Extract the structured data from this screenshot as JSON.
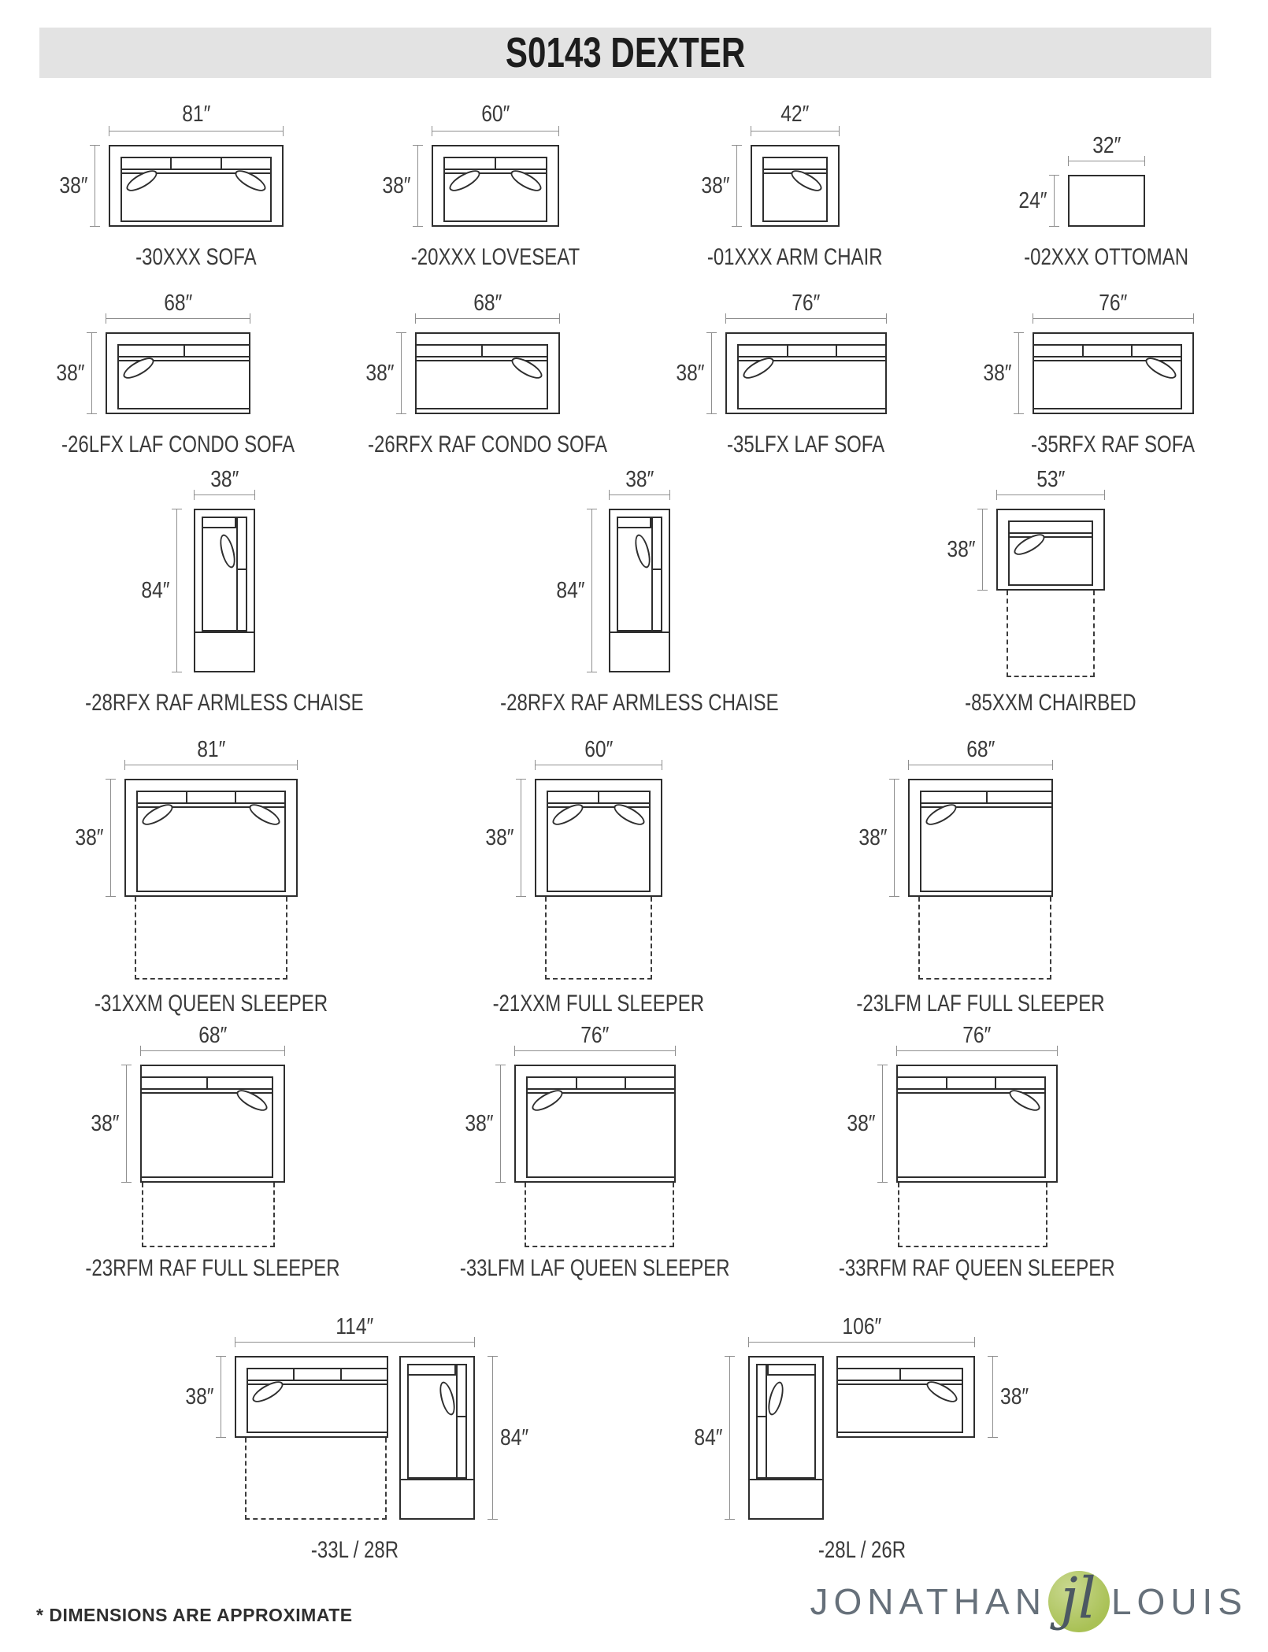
{
  "header": {
    "title": "S0143 DEXTER"
  },
  "footnote": "* DIMENSIONS ARE APPROXIMATE",
  "logo": {
    "word_left": "JONATHAN",
    "monogram": "jl",
    "word_right": "LOUIS",
    "circle_color": "#afc55c",
    "text_color": "#66707a"
  },
  "colors": {
    "line": "#2e2e2e",
    "dimension": "#8f8f8f",
    "text": "#3a3a3a",
    "header_bg": "#e3e3e3"
  },
  "items": [
    {
      "label": "-30XXX SOFA",
      "width_label": "81″",
      "height_label": "38″",
      "type": "sofa",
      "arms": "both",
      "back_cushions": 3,
      "pillows": "both",
      "sleeper": false
    },
    {
      "label": "-20XXX LOVESEAT",
      "width_label": "60″",
      "height_label": "38″",
      "type": "sofa",
      "arms": "both",
      "back_cushions": 2,
      "pillows": "both",
      "sleeper": false
    },
    {
      "label": "-01XXX ARM CHAIR",
      "width_label": "42″",
      "height_label": "38″",
      "type": "sofa",
      "arms": "both",
      "back_cushions": 1,
      "pillows": "right",
      "sleeper": false
    },
    {
      "label": "-02XXX OTTOMAN",
      "width_label": "32″",
      "height_label": "24″",
      "type": "ottoman"
    },
    {
      "label": "-26LFX LAF CONDO SOFA",
      "width_label": "68″",
      "height_label": "38″",
      "type": "sofa",
      "arms": "left",
      "back_cushions": 2,
      "pillows": "left",
      "sleeper": false
    },
    {
      "label": "-26RFX RAF CONDO SOFA",
      "width_label": "68″",
      "height_label": "38″",
      "type": "sofa",
      "arms": "right",
      "back_cushions": 2,
      "pillows": "right",
      "sleeper": false
    },
    {
      "label": "-35LFX LAF SOFA",
      "width_label": "76″",
      "height_label": "38″",
      "type": "sofa",
      "arms": "left",
      "back_cushions": 3,
      "pillows": "left",
      "sleeper": false
    },
    {
      "label": "-35RFX RAF SOFA",
      "width_label": "76″",
      "height_label": "38″",
      "type": "sofa",
      "arms": "right",
      "back_cushions": 3,
      "pillows": "right",
      "sleeper": false
    },
    {
      "label": "-28RFX RAF ARMLESS CHAISE",
      "width_label": "38″",
      "height_label": "84″",
      "type": "chaise",
      "back": "right"
    },
    {
      "label": "-28RFX RAF ARMLESS CHAISE",
      "width_label": "38″",
      "height_label": "84″",
      "type": "chaise",
      "back": "right"
    },
    {
      "label": "-85XXM CHAIRBED",
      "width_label": "53″",
      "height_label": "38″",
      "type": "sofa",
      "arms": "both",
      "back_cushions": 1,
      "pillows": "left",
      "sleeper": true
    },
    {
      "label": "-31XXM QUEEN SLEEPER",
      "width_label": "81″",
      "height_label": "38″",
      "type": "sofa",
      "arms": "both",
      "back_cushions": 3,
      "pillows": "both",
      "sleeper": true
    },
    {
      "label": "-21XXM FULL SLEEPER",
      "width_label": "60″",
      "height_label": "38″",
      "type": "sofa",
      "arms": "both",
      "back_cushions": 2,
      "pillows": "both",
      "sleeper": true
    },
    {
      "label": "-23LFM LAF FULL SLEEPER",
      "width_label": "68″",
      "height_label": "38″",
      "type": "sofa",
      "arms": "left",
      "back_cushions": 2,
      "pillows": "left",
      "sleeper": true
    },
    {
      "label": "-23RFM RAF FULL SLEEPER",
      "width_label": "68″",
      "height_label": "38″",
      "type": "sofa",
      "arms": "right",
      "back_cushions": 2,
      "pillows": "right",
      "sleeper": true
    },
    {
      "label": "-33LFM LAF QUEEN SLEEPER",
      "width_label": "76″",
      "height_label": "38″",
      "type": "sofa",
      "arms": "left",
      "back_cushions": 3,
      "pillows": "left",
      "sleeper": true
    },
    {
      "label": "-33RFM RAF QUEEN SLEEPER",
      "width_label": "76″",
      "height_label": "38″",
      "type": "sofa",
      "arms": "right",
      "back_cushions": 3,
      "pillows": "right",
      "sleeper": true
    },
    {
      "label": "-33L / 28R",
      "type": "sectional",
      "chaise_side": "right",
      "top_label": "114″",
      "left_label": "38″",
      "right_label": "84″",
      "sofa": {
        "arms": "left",
        "back_cushions": 3,
        "pillows": "left",
        "sleeper": true
      },
      "chaise": {
        "back": "right"
      }
    },
    {
      "label": "-28L / 26R",
      "type": "sectional",
      "chaise_side": "left",
      "top_label": "106″",
      "left_label": "84″",
      "right_label": "38″",
      "sofa": {
        "arms": "right",
        "back_cushions": 2,
        "pillows": "right",
        "sleeper": false
      },
      "chaise": {
        "back": "left"
      }
    }
  ]
}
